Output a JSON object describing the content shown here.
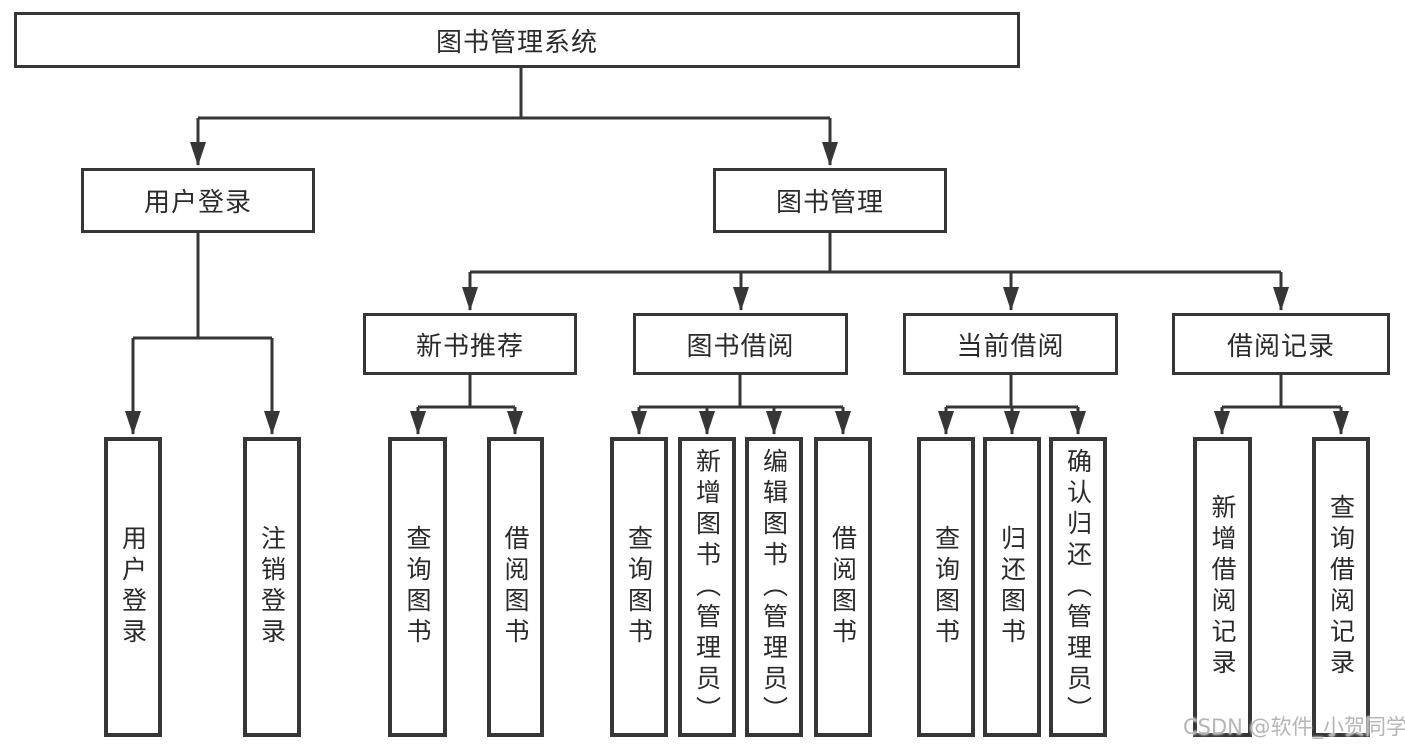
{
  "tree": {
    "root": {
      "label": "图书管理系统"
    },
    "branches": [
      {
        "label": "用户登录",
        "children": [
          {
            "label": "用户登录"
          },
          {
            "label": "注销登录"
          }
        ]
      },
      {
        "label": "图书管理",
        "groups": [
          {
            "label": "新书推荐",
            "children": [
              {
                "label": "查询图书"
              },
              {
                "label": "借阅图书"
              }
            ]
          },
          {
            "label": "图书借阅",
            "children": [
              {
                "label": "查询图书"
              },
              {
                "label": "新增图书（管理员）"
              },
              {
                "label": "编辑图书（管理员）"
              },
              {
                "label": "借阅图书"
              }
            ]
          },
          {
            "label": "当前借阅",
            "children": [
              {
                "label": "查询图书"
              },
              {
                "label": "归还图书"
              },
              {
                "label": "确认归还（管理员）"
              }
            ]
          },
          {
            "label": "借阅记录",
            "children": [
              {
                "label": "新增借阅记录"
              },
              {
                "label": "查询借阅记录"
              }
            ]
          }
        ]
      }
    ]
  },
  "watermark": "CSDN @软件_小贺同学",
  "colors": {
    "line": "#363636",
    "text": "#2a2a2a",
    "watermark_text": "#b5b5b5",
    "background": "#ffffff"
  }
}
